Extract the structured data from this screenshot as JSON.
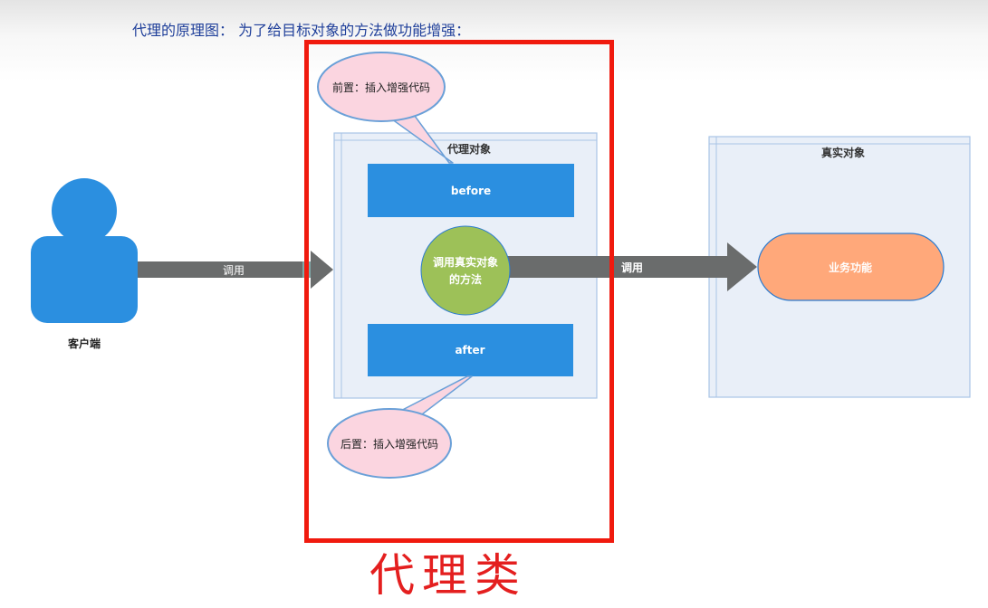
{
  "page": {
    "title": "代理的原理图：  为了给目标对象的方法做功能增强：",
    "proxy_class_label": "代理类"
  },
  "client": {
    "label": "客户端",
    "icon": "person-icon",
    "color": "#2b8fe0"
  },
  "arrows": {
    "client_call_label": "调用",
    "real_call_label": "调用",
    "color": "#6a6c6c"
  },
  "proxy_object": {
    "title": "代理对象",
    "before_label": "before",
    "after_label": "after",
    "call_real_method_line1": "调用真实对象",
    "call_real_method_line2": "的方法",
    "block_color": "#2b8fe0",
    "circle_color": "#9dc158",
    "container_fill": "#e9eff8",
    "container_border": "#a9c4e6"
  },
  "callouts": {
    "before_text": "前置：插入增强代码",
    "after_text": "后置：插入增强代码",
    "fill": "#fbd5e0",
    "border": "#6aa0d8"
  },
  "real_object": {
    "title": "真实对象",
    "business_label": "业务功能",
    "business_color": "#ffa87a"
  },
  "highlight": {
    "border_color": "#f01a0e"
  }
}
